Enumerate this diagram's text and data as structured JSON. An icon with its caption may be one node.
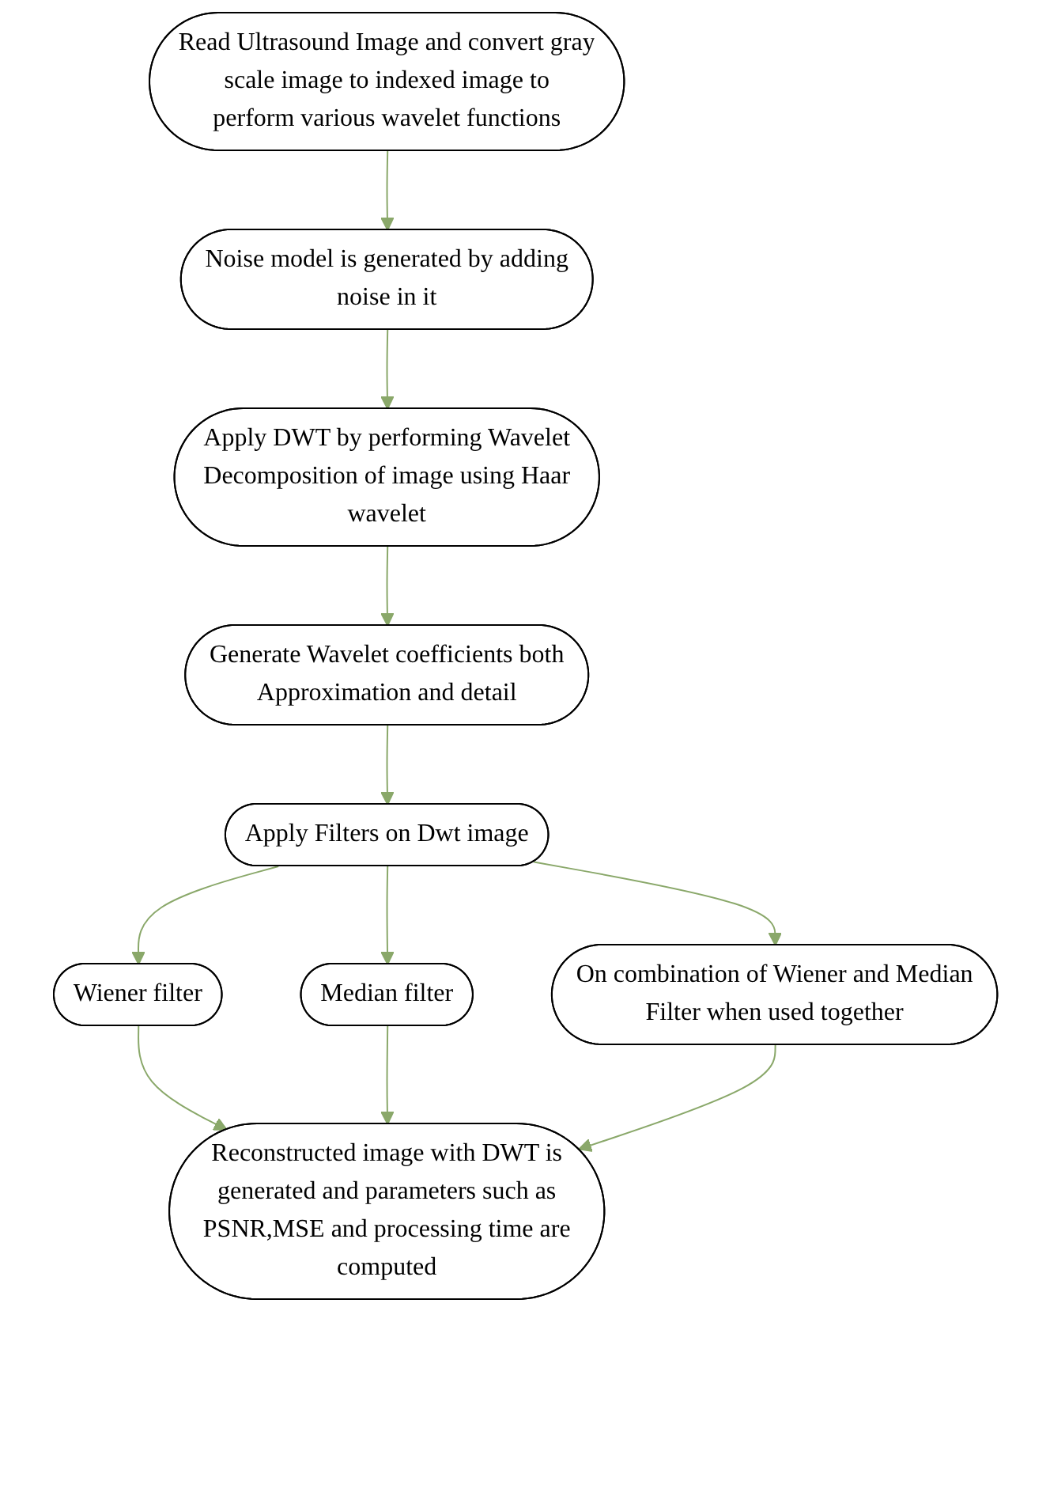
{
  "diagram": {
    "nodes": [
      {
        "text": [
          "Read Ultrasound Image and convert gray scale image to indexed image to perform various wavelet functions"
        ]
      },
      {
        "text": [
          "Noise model is generated by adding noise in it"
        ]
      },
      {
        "text": [
          "Apply DWT by performing Wavelet Decomposition of image using Haar wavelet"
        ]
      },
      {
        "text": [
          "Generate Wavelet coefficients both Approximation and detail"
        ]
      },
      {
        "text": [
          "Apply Filters on Dwt image"
        ]
      },
      {
        "text": [
          "Wiener filter"
        ]
      },
      {
        "text": [
          "Median filter"
        ]
      },
      {
        "text": [
          "On combination of Wiener and Median Filter when used together"
        ]
      },
      {
        "text": [
          "Reconstructed image with DWT is generated and parameters such as PSNR,MSE and processing time are computed"
        ]
      }
    ],
    "edges": [
      {
        "from": 0,
        "to": 1,
        "arrow": "to"
      },
      {
        "from": 1,
        "to": 2,
        "arrow": "to"
      },
      {
        "from": 2,
        "to": 3,
        "arrow": "to"
      },
      {
        "from": 3,
        "to": 4,
        "arrow": "to"
      },
      {
        "from": 4,
        "to": 5,
        "arrow": "to"
      },
      {
        "from": 4,
        "to": 6,
        "arrow": "to"
      },
      {
        "from": 4,
        "to": 7,
        "arrow": "to"
      },
      {
        "from": 5,
        "to": 8,
        "arrow": "to"
      },
      {
        "from": 6,
        "to": 8,
        "arrow": "to"
      },
      {
        "from": 7,
        "to": 8,
        "arrow": "to"
      }
    ]
  }
}
